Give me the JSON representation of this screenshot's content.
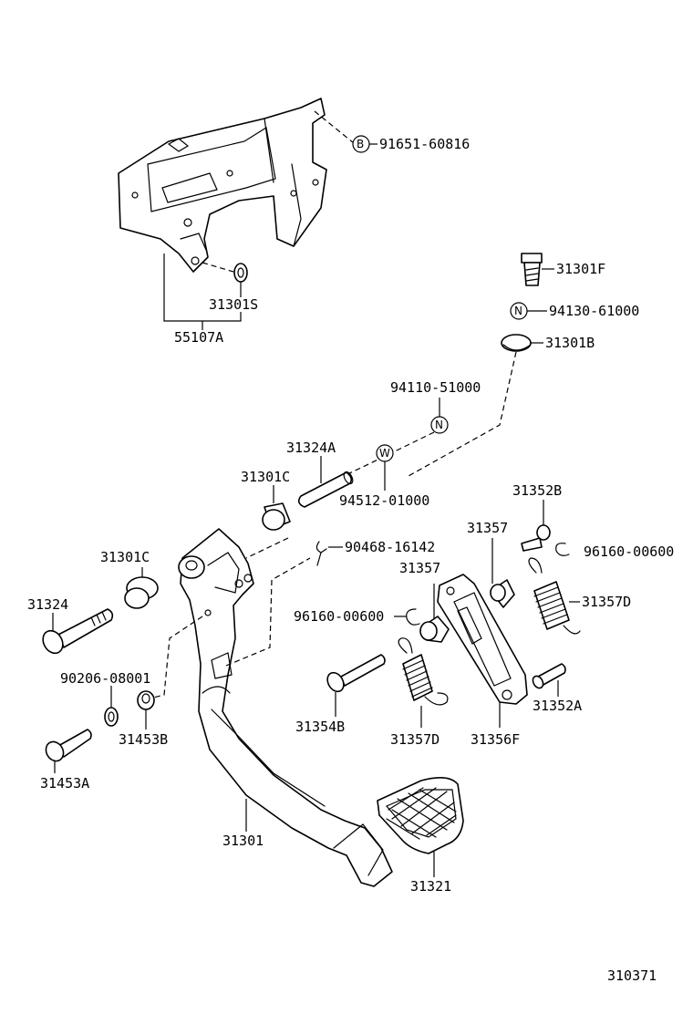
{
  "diagram": {
    "figure_number": "310371",
    "symbols": {
      "b": "B",
      "n": "N",
      "w": "W"
    },
    "labels": {
      "p91651": "91651-60816",
      "p31301S": "31301S",
      "p55107A": "55107A",
      "p31301F": "31301F",
      "p94130": "94130-61000",
      "p31301B": "31301B",
      "p94110": "94110-51000",
      "p31324A": "31324A",
      "p31301C_top": "31301C",
      "p94512": "94512-01000",
      "p31352B": "31352B",
      "p31357_top": "31357",
      "p96160_right": "96160-00600",
      "p90468": "90468-16142",
      "p31301C_left": "31301C",
      "p31357_mid": "31357",
      "p31357D_right": "31357D",
      "p31324": "31324",
      "p96160_mid": "96160-00600",
      "p90206": "90206-08001",
      "p31352A": "31352A",
      "p31453B": "31453B",
      "p31354B": "31354B",
      "p31357D_bottom": "31357D",
      "p31356F": "31356F",
      "p31453A": "31453A",
      "p31301": "31301",
      "p31321": "31321"
    }
  }
}
